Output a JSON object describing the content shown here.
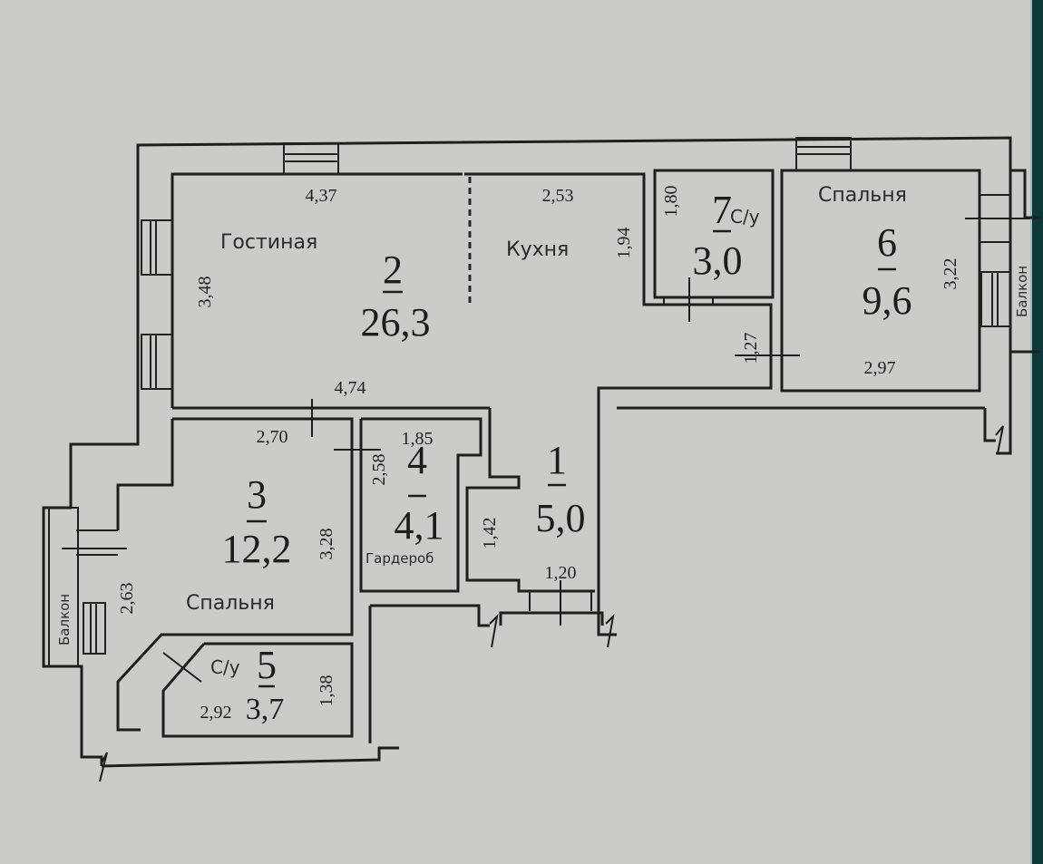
{
  "plan": {
    "rooms": [
      {
        "id": "living",
        "number": "2",
        "area": "26,3",
        "name": "Гостиная"
      },
      {
        "id": "kitchen",
        "number": "",
        "area": "",
        "name": "Кухня"
      },
      {
        "id": "wc7",
        "number": "7",
        "area": "3,0",
        "name": "С/у"
      },
      {
        "id": "bedroom6",
        "number": "6",
        "area": "9,6",
        "name": "Спальня"
      },
      {
        "id": "bedroom3",
        "number": "3",
        "area": "12,2",
        "name": "Спальня"
      },
      {
        "id": "wardrobe",
        "number": "4",
        "area": "4,1",
        "name": "Гардероб"
      },
      {
        "id": "hall",
        "number": "1",
        "area": "5,0",
        "name": ""
      },
      {
        "id": "wc5",
        "number": "5",
        "area": "3,7",
        "name": "С/у"
      }
    ],
    "dimensions": {
      "living_top": "4,37",
      "living_left": "3,48",
      "living_bottom": "4,74",
      "kitchen_top": "2,53",
      "kitchen_right": "1,94",
      "wc7_left": "1,80",
      "corridor_right": "1,27",
      "bedroom6_right": "3,22",
      "bedroom6_bottom": "2,97",
      "bedroom3_top": "2,70",
      "bedroom3_right": "3,28",
      "bedroom3_left": "2,63",
      "wardrobe_top": "1,85",
      "wardrobe_left": "2,58",
      "hall_left": "1,42",
      "hall_bottom": "1,20",
      "wc5_left": "2,92",
      "wc5_right": "1,38"
    },
    "balconies": [
      {
        "id": "balcony-right",
        "label": "Балкон"
      },
      {
        "id": "balcony-left",
        "label": "Балкон"
      }
    ]
  }
}
